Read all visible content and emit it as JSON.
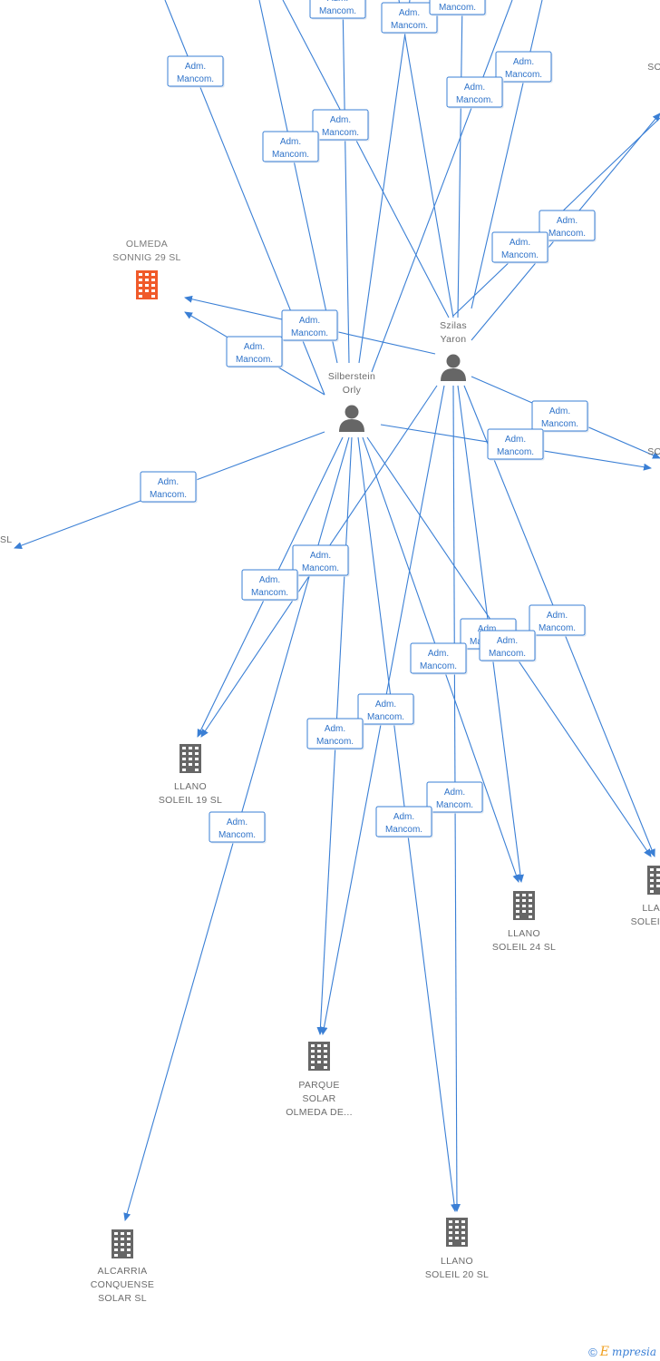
{
  "badge": {
    "line1": "Adm.",
    "line2": "Mancom."
  },
  "footer": {
    "copyright": "©",
    "brand_initial": "E",
    "brand_rest": "mpresia"
  },
  "people": [
    {
      "id": "silberstein",
      "line1": "Silberstein",
      "line2": "Orly"
    },
    {
      "id": "szilas",
      "line1": "Szilas",
      "line2": "Yaron"
    }
  ],
  "companies": [
    {
      "id": "olmeda29",
      "lines": [
        "OLMEDA",
        "SONNIG 29 SL"
      ],
      "highlight": true
    },
    {
      "id": "llano19",
      "lines": [
        "LLANO",
        "SOLEIL 19 SL"
      ],
      "highlight": false
    },
    {
      "id": "llano24",
      "lines": [
        "LLANO",
        "SOLEIL 24 SL"
      ],
      "highlight": false
    },
    {
      "id": "parque",
      "lines": [
        "PARQUE",
        "SOLAR",
        "OLMEDA DE..."
      ],
      "highlight": false
    },
    {
      "id": "llano20",
      "lines": [
        "LLANO",
        "SOLEIL 20 SL"
      ],
      "highlight": false
    },
    {
      "id": "alcarria",
      "lines": [
        "ALCARRIA",
        "CONQUENSE",
        "SOLAR SL"
      ],
      "highlight": false
    },
    {
      "id": "llaRight",
      "lines": [
        "LLA",
        "SOLEI"
      ],
      "highlight": false
    },
    {
      "id": "soTop",
      "lines": [
        "SO"
      ],
      "highlight": false
    },
    {
      "id": "soMid",
      "lines": [
        "SO"
      ],
      "highlight": false
    },
    {
      "id": "slLeft",
      "lines": [
        "SL"
      ],
      "highlight": false
    }
  ],
  "colors": {
    "edge": "#3a7fd5",
    "node_gray": "#666666",
    "highlight_node": "#f05a2a"
  },
  "icons": {
    "person": "person-icon",
    "company": "building-icon"
  }
}
